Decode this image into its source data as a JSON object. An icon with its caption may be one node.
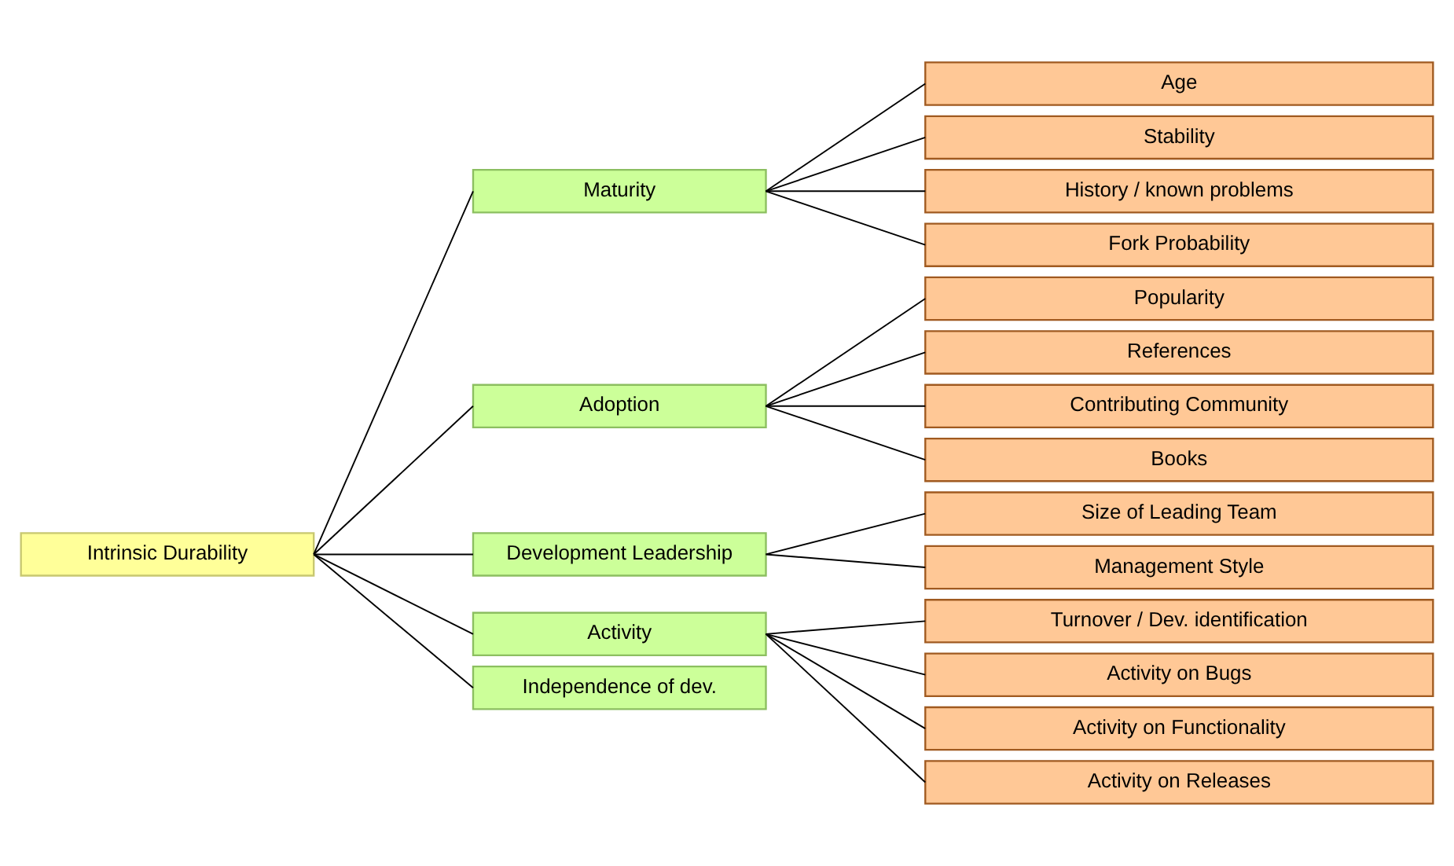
{
  "diagram": {
    "nodes": [
      {
        "text": [
          "Intrinsic Durability"
        ]
      },
      {
        "text": [
          "Maturity"
        ]
      },
      {
        "text": [
          "Age"
        ]
      },
      {
        "text": [
          "Stability"
        ]
      },
      {
        "text": [
          "History / known problems"
        ]
      },
      {
        "text": [
          "Fork Probability"
        ]
      },
      {
        "text": [
          "Adoption"
        ]
      },
      {
        "text": [
          "Popularity"
        ]
      },
      {
        "text": [
          "References"
        ]
      },
      {
        "text": [
          "Contributing Community"
        ]
      },
      {
        "text": [
          "Books"
        ]
      },
      {
        "text": [
          "Development Leadership"
        ]
      },
      {
        "text": [
          "Size of Leading Team"
        ]
      },
      {
        "text": [
          "Management Style"
        ]
      },
      {
        "text": [
          "Activity"
        ]
      },
      {
        "text": [
          "Turnover / Dev. identification"
        ]
      },
      {
        "text": [
          "Activity on Bugs"
        ]
      },
      {
        "text": [
          "Activity on Functionality"
        ]
      },
      {
        "text": [
          "Activity on Releases"
        ]
      },
      {
        "text": [
          "Independence of dev."
        ]
      }
    ],
    "edges": [
      {
        "from": 0,
        "to": 1,
        "arrow": "none"
      },
      {
        "from": 0,
        "to": 6,
        "arrow": "none"
      },
      {
        "from": 0,
        "to": 11,
        "arrow": "none"
      },
      {
        "from": 0,
        "to": 14,
        "arrow": "none"
      },
      {
        "from": 0,
        "to": 19,
        "arrow": "none"
      },
      {
        "from": 1,
        "to": 2,
        "arrow": "none"
      },
      {
        "from": 1,
        "to": 3,
        "arrow": "none"
      },
      {
        "from": 1,
        "to": 4,
        "arrow": "none"
      },
      {
        "from": 1,
        "to": 5,
        "arrow": "none"
      },
      {
        "from": 6,
        "to": 7,
        "arrow": "none"
      },
      {
        "from": 6,
        "to": 8,
        "arrow": "none"
      },
      {
        "from": 6,
        "to": 9,
        "arrow": "none"
      },
      {
        "from": 6,
        "to": 10,
        "arrow": "none"
      },
      {
        "from": 11,
        "to": 12,
        "arrow": "none"
      },
      {
        "from": 11,
        "to": 13,
        "arrow": "none"
      },
      {
        "from": 14,
        "to": 15,
        "arrow": "none"
      },
      {
        "from": 14,
        "to": 16,
        "arrow": "none"
      },
      {
        "from": 14,
        "to": 17,
        "arrow": "none"
      },
      {
        "from": 14,
        "to": 18,
        "arrow": "none"
      }
    ]
  }
}
